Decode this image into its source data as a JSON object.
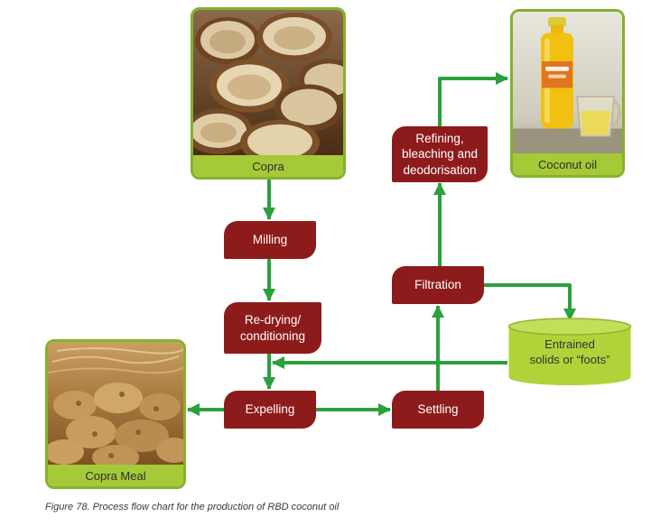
{
  "figure": {
    "caption": "Figure 78. Process flow chart for the production of RBD coconut oil"
  },
  "photo_cards": {
    "copra": {
      "label": "Copra"
    },
    "coconut_oil": {
      "label": "Coconut oil"
    },
    "copra_meal": {
      "label": "Copra Meal"
    }
  },
  "process_steps": {
    "milling": {
      "label": "Milling"
    },
    "redrying": {
      "label": "Re-drying/\nconditioning"
    },
    "expelling": {
      "label": "Expelling"
    },
    "settling": {
      "label": "Settling"
    },
    "filtration": {
      "label": "Filtration"
    },
    "refining": {
      "label": "Refining,\nbleaching and\ndeodorisation"
    }
  },
  "byproduct": {
    "label": "Entrained\nsolids or “foots”"
  },
  "colors": {
    "process_box": "#8e1b1b",
    "arrow_green": "#2aa13c",
    "label_green": "#a6c937",
    "frame_green": "#84b22d",
    "cylinder_green": "#b0d33a",
    "cylinder_green_light": "#c3de58",
    "caption_text": "#3a3a3a"
  }
}
